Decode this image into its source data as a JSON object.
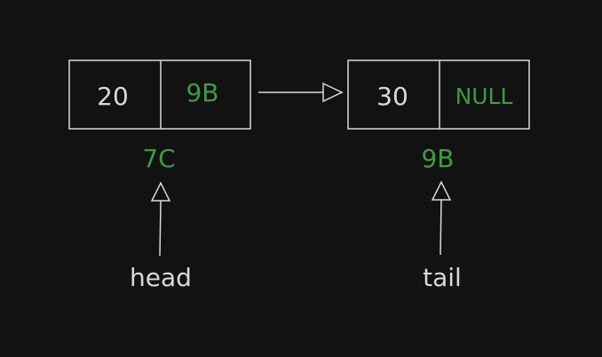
{
  "colors": {
    "background": "#121212",
    "stroke": "#d9d9d9",
    "text": "#d9d9d9",
    "pointer_text": "#3f9a45"
  },
  "nodes": [
    {
      "value": "20",
      "next": "9B",
      "address": "7C",
      "label": "head"
    },
    {
      "value": "30",
      "next": "NULL",
      "address": "9B",
      "label": "tail"
    }
  ]
}
